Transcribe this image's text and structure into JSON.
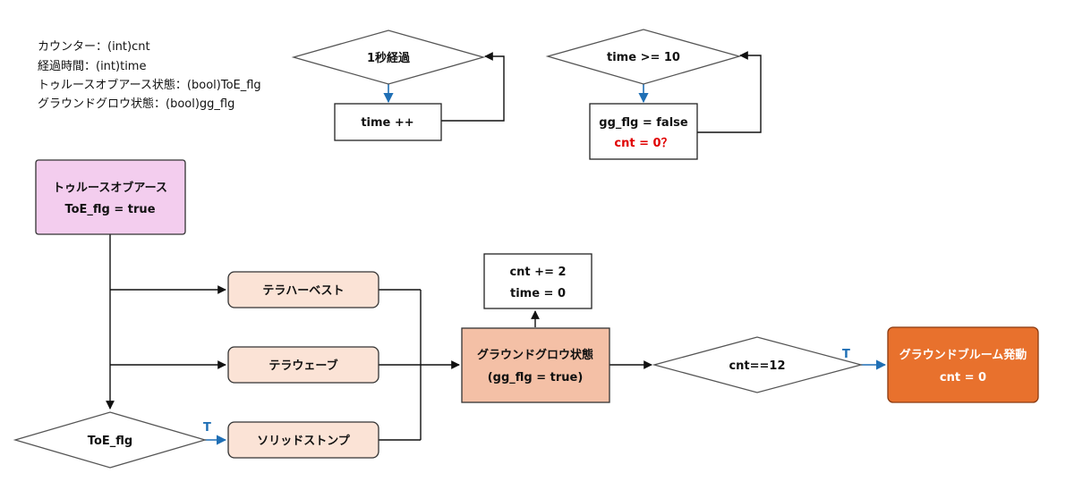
{
  "legend": {
    "line1": "カウンター：(int)cnt",
    "line2": "経過時間：(int)time",
    "line3": "トゥルースオブアース状態：(bool)ToE_flg",
    "line4": "グラウンドグロウ状態：(bool)gg_flg"
  },
  "timer": {
    "condition": "1秒経過",
    "action": "time ++"
  },
  "timeout": {
    "condition": "time >= 10",
    "action_line1": "gg_flg = false",
    "action_line2": "cnt = 0？"
  },
  "toe": {
    "line1": "トゥルースオブアース",
    "line2": "ToE_flg = true"
  },
  "skills": {
    "terra_harvest": "テラハーベスト",
    "terra_wave": "テラウェーブ",
    "solid_stomp": "ソリッドストンプ"
  },
  "toe_check": "ToE_flg",
  "true_label": "T",
  "gg_state": {
    "line1": "グラウンドグロウ状態",
    "line2": "(gg_flg = true)"
  },
  "increment": {
    "line1": "cnt += 2",
    "line2": "time = 0"
  },
  "cnt_check": "cnt==12",
  "bloom": {
    "line1": "グラウンドブルーム発動",
    "line2": "cnt = 0"
  },
  "colors": {
    "toe_fill": "#f3cdee",
    "skill_fill": "#fbe3d6",
    "gg_fill": "#f4c0a6",
    "bloom_fill": "#e8712d",
    "warning_text": "#e00000",
    "true_arrow": "#1f6fb5"
  }
}
